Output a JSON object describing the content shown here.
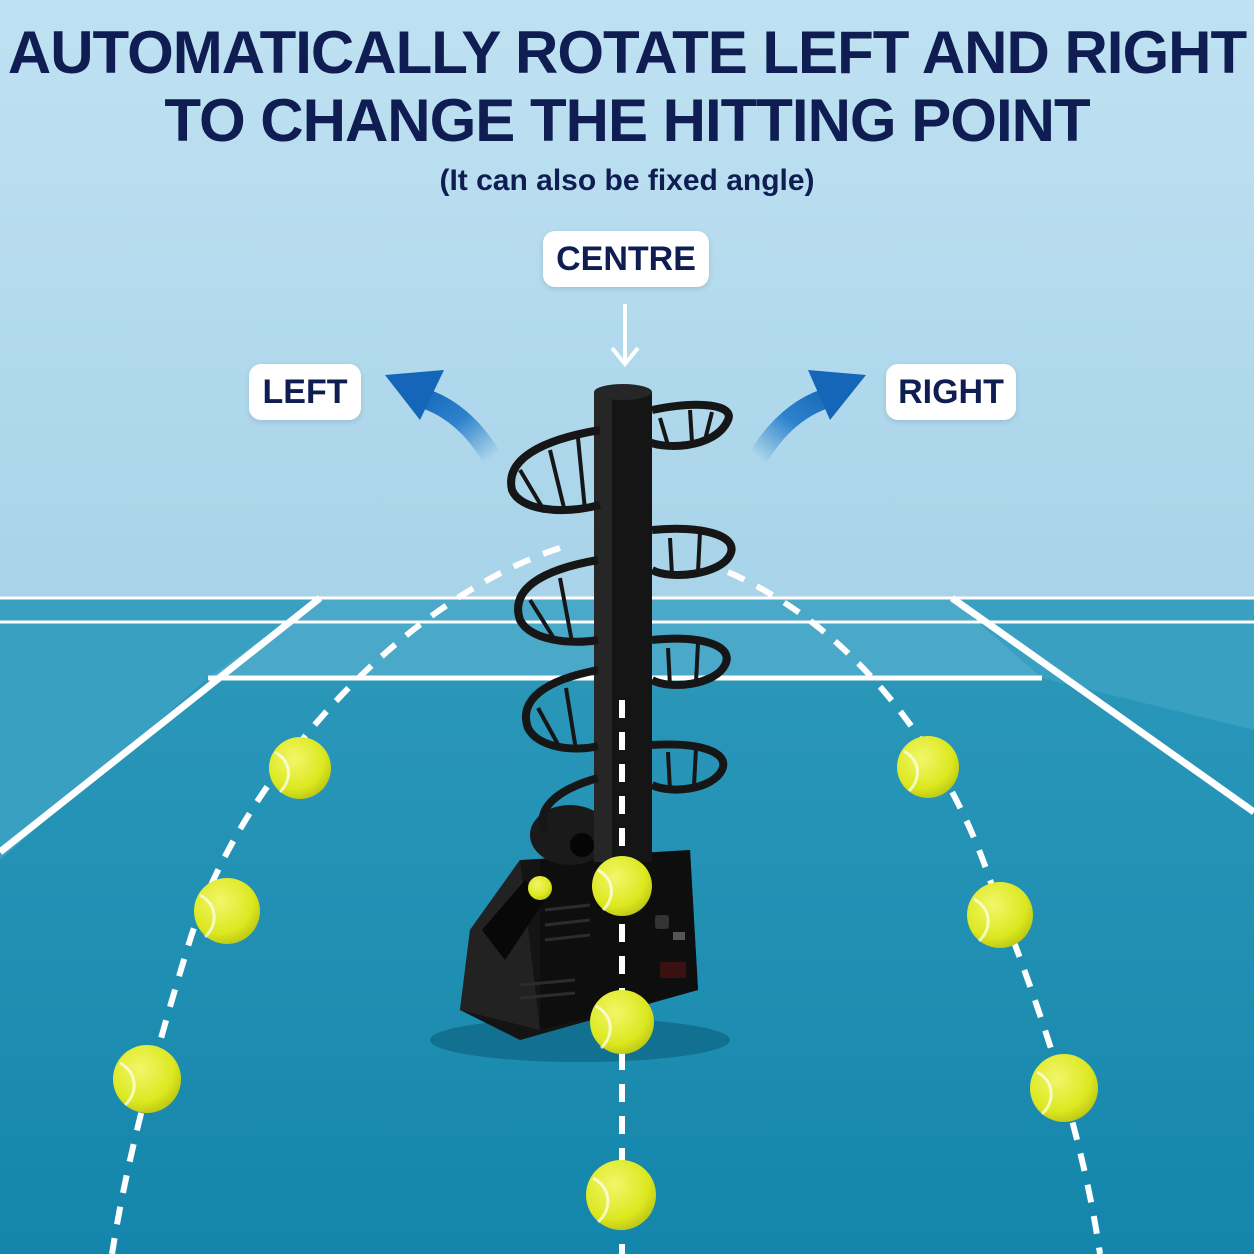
{
  "headline": {
    "line1": "AUTOMATICALLY ROTATE LEFT AND RIGHT",
    "line2": "TO CHANGE THE HITTING POINT",
    "subtitle": "(It can also be fixed angle)"
  },
  "directions": {
    "centre": "CENTRE",
    "left": "LEFT",
    "right": "RIGHT"
  },
  "colors": {
    "sky_top": "#b9dff0",
    "sky_bottom": "#a9d4ea",
    "court_far": "#4aa9c8",
    "court_main": "#1a8db0",
    "court_lines": "#ffffff",
    "heading_text": "#0f1d52",
    "arrow_blue": "#1f78c8",
    "ball_yellow": "#e3ec2a",
    "machine_black": "#141414"
  },
  "icons": [
    "tennis-ball-icon",
    "curved-arrow-left-icon",
    "curved-arrow-right-icon",
    "down-arrow-icon",
    "ball-machine-illustration"
  ]
}
